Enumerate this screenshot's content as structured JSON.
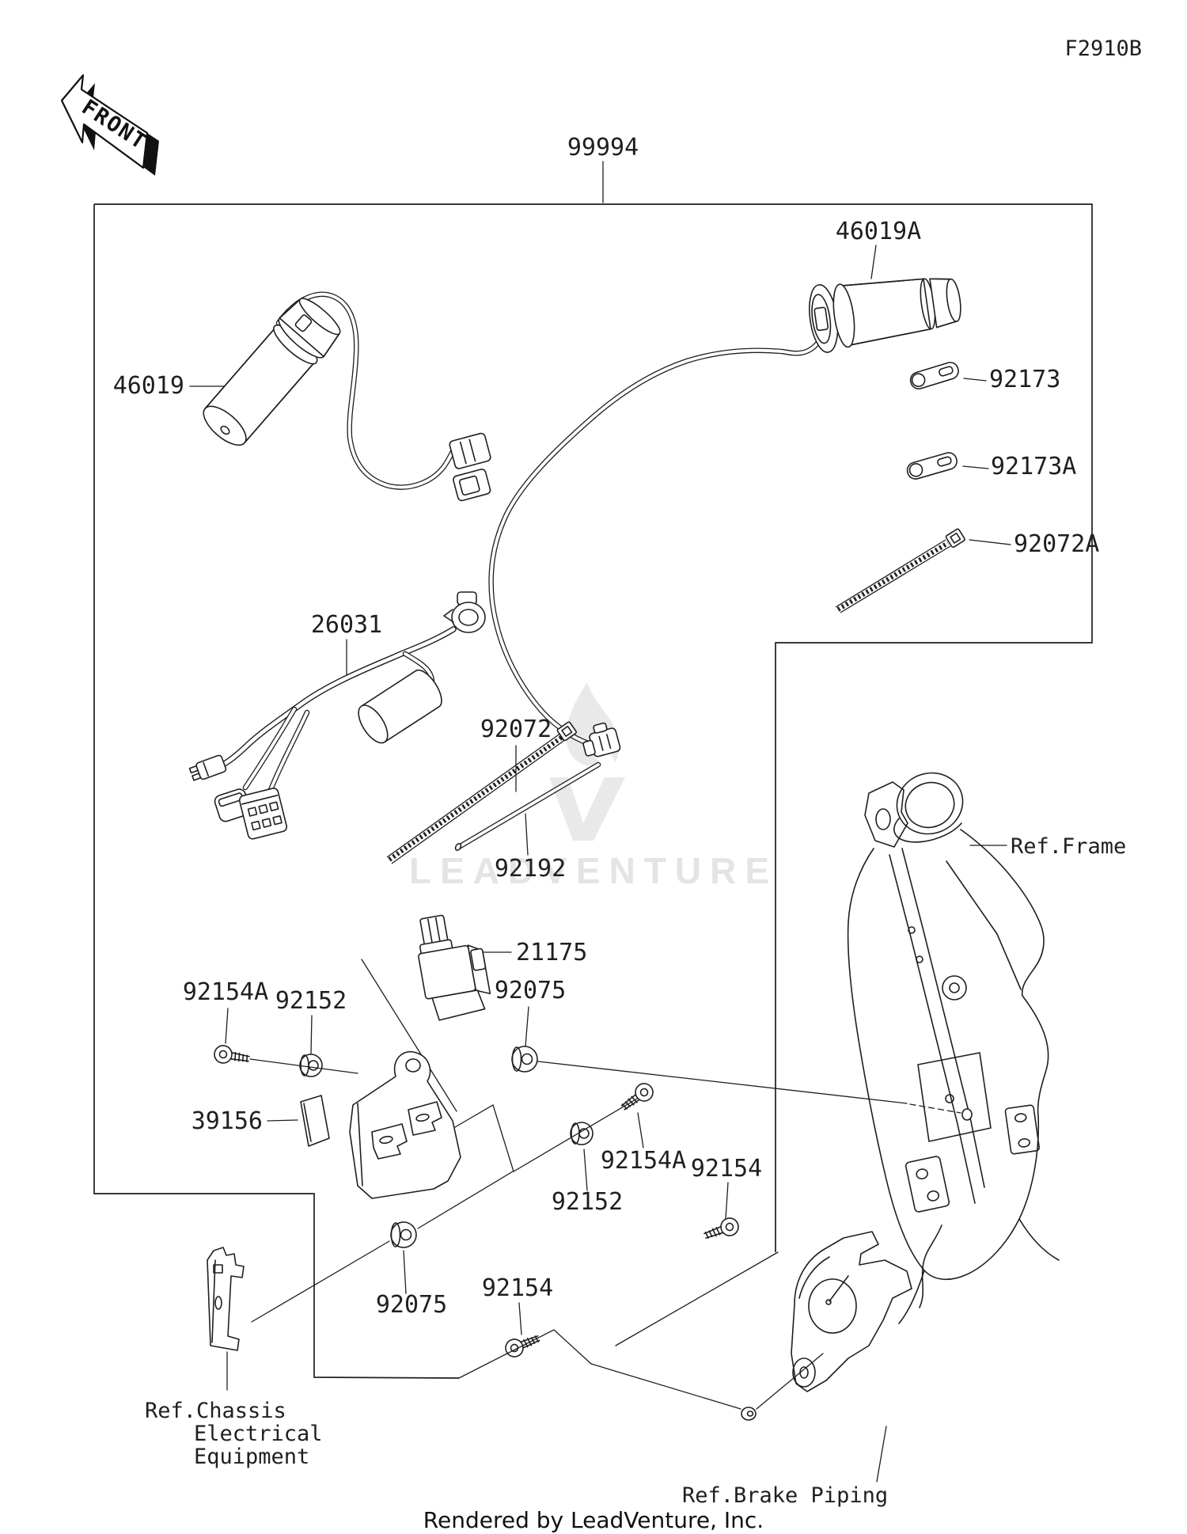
{
  "doc": {
    "figure_code": "F2910B",
    "front_marker": "FRONT",
    "watermark": "LEADVENTURE",
    "credit": "Rendered by LeadVenture, Inc."
  },
  "colors": {
    "background": "#ffffff",
    "line_art": "#1f1f1f",
    "watermark": "#e4e4e4"
  },
  "assembly": {
    "kit_label": "99994"
  },
  "callouts": [
    {
      "part": "46019A"
    },
    {
      "part": "46019"
    },
    {
      "part": "92173"
    },
    {
      "part": "92173A"
    },
    {
      "part": "92072A"
    },
    {
      "part": "26031"
    },
    {
      "part": "92072"
    },
    {
      "part": "92192"
    },
    {
      "part": "21175"
    },
    {
      "part": "92075"
    },
    {
      "part": "92154A"
    },
    {
      "part": "92152"
    },
    {
      "part": "39156"
    },
    {
      "part": "92154A"
    },
    {
      "part": "92152"
    },
    {
      "part": "92154"
    },
    {
      "part": "92075"
    },
    {
      "part": "92154"
    }
  ],
  "references": {
    "frame": "Ref.Frame",
    "chassis": [
      "Ref.Chassis",
      "Electrical",
      "Equipment"
    ],
    "brake_piping": "Ref.Brake Piping"
  }
}
